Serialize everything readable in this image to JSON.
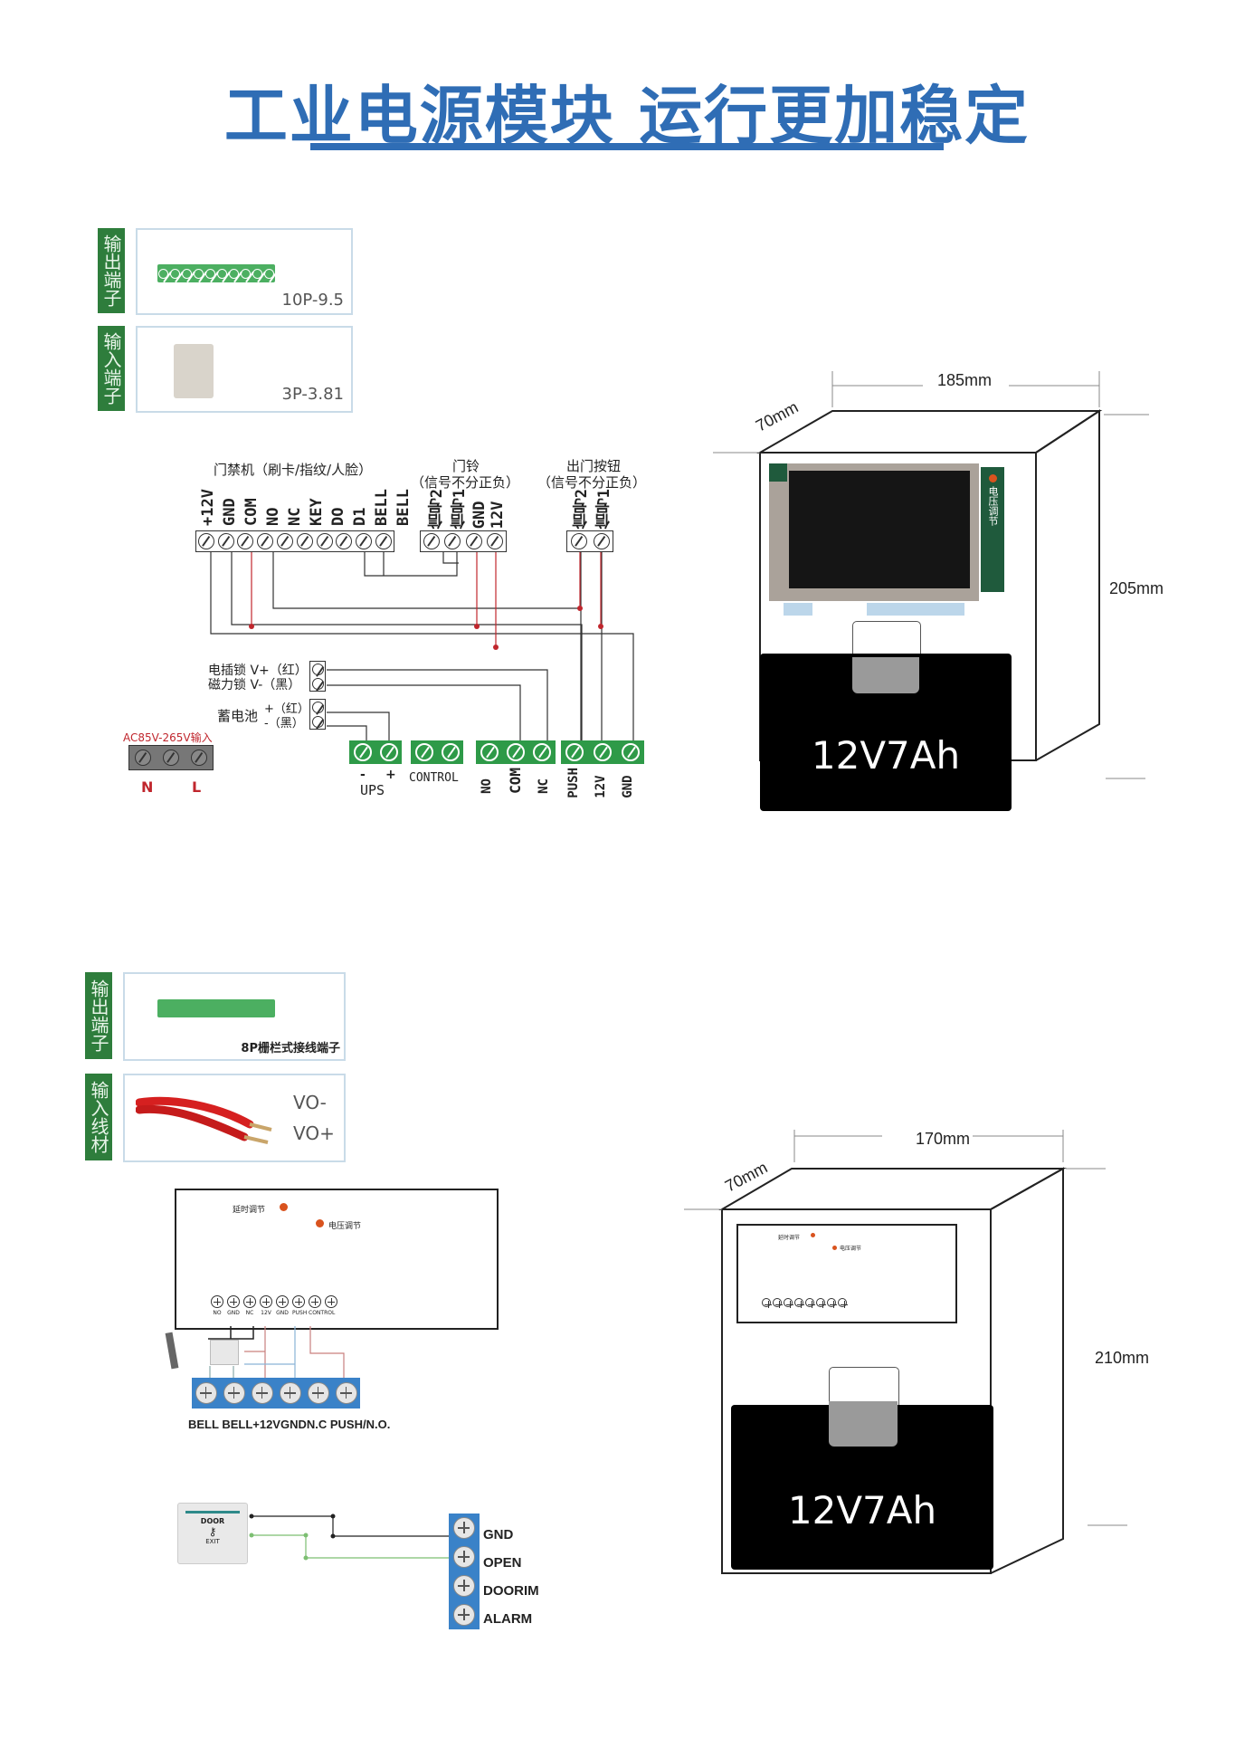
{
  "title": "工业电源模块  运行更加稳定",
  "colors": {
    "brand_blue": "#2f6db5",
    "terminal_green": "#2e9a48",
    "tag_green": "#2e7d3c",
    "red_label": "#c0262d",
    "indicator_orange": "#d9531e"
  },
  "section1": {
    "output_tag": "输出端子",
    "output_spec": "10P-9.5",
    "input_tag": "输入端子",
    "input_spec": "3P-3.81",
    "access_title": "门禁机（刷卡/指纹/人脸）",
    "access_pins": [
      "+12V",
      "GND",
      "COM",
      "NO",
      "NC",
      "KEY",
      "DO",
      "D1",
      "BELL",
      "BELL"
    ],
    "bell_title": "门铃",
    "bell_sub": "（信号不分正负）",
    "bell_pins": [
      "信号2",
      "信号1",
      "GND",
      "12V"
    ],
    "exit_title": "出门按钮",
    "exit_sub": "（信号不分正负）",
    "exit_pins": [
      "信号2",
      "信号1"
    ],
    "lock_line1": "电插锁 V+（红）",
    "lock_line2": "磁力锁 V-（黑）",
    "battery_label": "蓄电池",
    "battery_plus": "+（红）",
    "battery_minus": "-（黑）",
    "ac_label": "AC85V-265V输入",
    "ac_pins": [
      "N",
      "L"
    ],
    "ups_pins": [
      "-",
      "+"
    ],
    "ups_label": "UPS",
    "control_label": "CONTROL",
    "relay_pins": [
      "NO",
      "COM",
      "NC"
    ],
    "push_pins": [
      "PUSH",
      "12V",
      "GND"
    ],
    "dim_width": "185mm",
    "dim_depth": "70mm",
    "dim_height": "205mm",
    "voltage_adjust": "电压调节",
    "battery_text": "12V7Ah"
  },
  "section2": {
    "output_tag": "输出端子",
    "output_spec": "8P栅栏式接线端子",
    "input_tag": "输入线材",
    "wire_minus": "VO-",
    "wire_plus": "VO+",
    "delay_adjust": "延时调节",
    "voltage_adjust": "电压调节",
    "board_pins": [
      "NO",
      "GND",
      "NC",
      "12V",
      "GND",
      "PUSH",
      "CONTROL",
      ""
    ],
    "blue_term_label": "BELL BELL+12VGNDN.C PUSH/N.O.",
    "exit_button_text_top": "DOOR",
    "exit_button_text_bottom": "EXIT",
    "exit_pins": [
      "GND",
      "OPEN",
      "DOORIM",
      "ALARM"
    ],
    "dim_width": "170mm",
    "dim_depth": "70mm",
    "dim_height": "210mm",
    "battery_text": "12V7Ah"
  }
}
